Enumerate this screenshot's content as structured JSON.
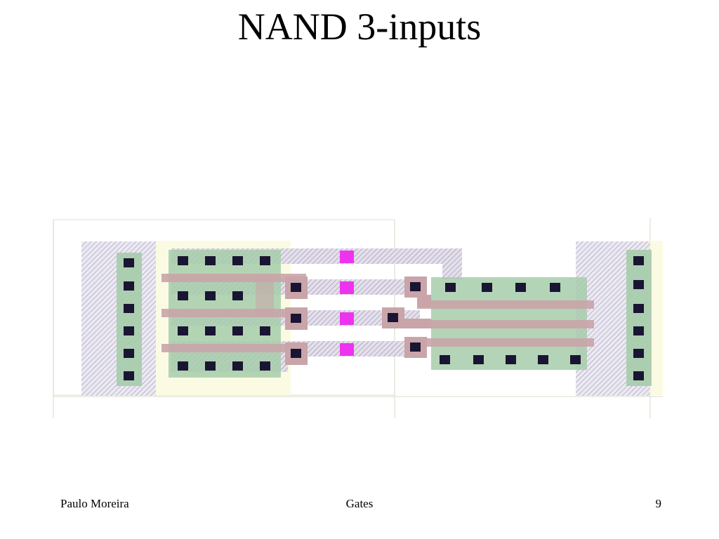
{
  "slide": {
    "title": "NAND 3-inputs"
  },
  "footer": {
    "author": "Paulo Moreira",
    "topic": "Gates",
    "page_number": "9"
  },
  "colors": {
    "contact": "#1a1533",
    "via": "#ee33ee",
    "diffusion": "#98c49e",
    "poly": "#c9a4a8",
    "metal_hatch": "#b3a9c6",
    "well": "#fbfbe2",
    "frame_line": "#d8dccb"
  }
}
